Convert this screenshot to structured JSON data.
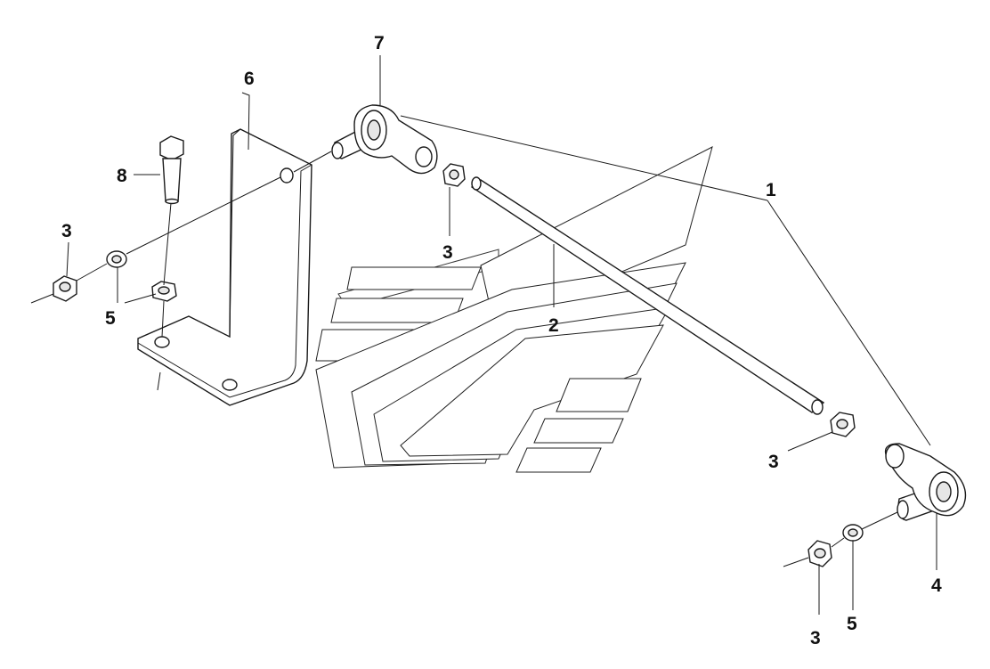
{
  "diagram": {
    "callouts": {
      "c1": "1",
      "c2": "2",
      "c3a": "3",
      "c3b": "3",
      "c3c": "3",
      "c3d": "3",
      "c4": "4",
      "c5a": "5",
      "c5b": "5",
      "c6": "6",
      "c7": "7",
      "c8": "8"
    }
  }
}
